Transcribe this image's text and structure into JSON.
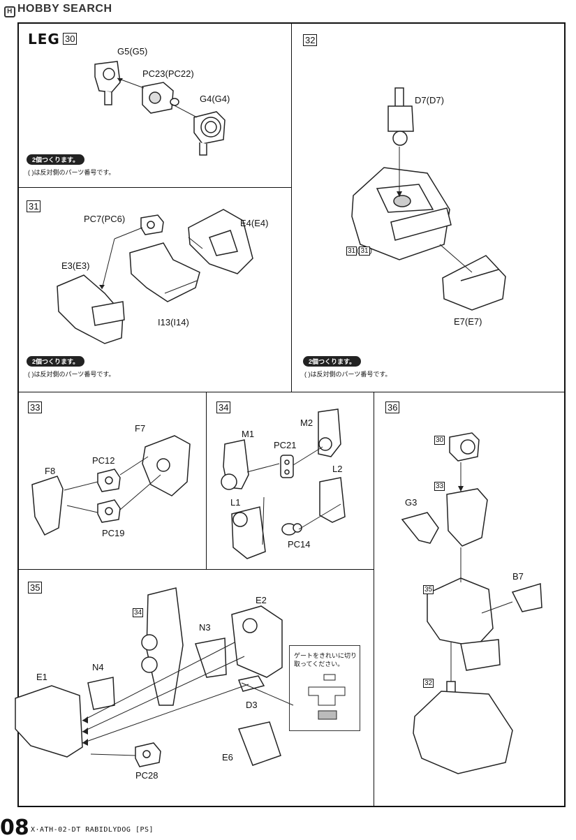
{
  "header": {
    "logo_text": "HOBBY SEARCH",
    "logo_mark": "H"
  },
  "steps": {
    "s30": {
      "number": "30",
      "title": "LEG",
      "parts": [
        "G5(G5)",
        "PC23(PC22)",
        "G4(G4)"
      ],
      "badge": "2個つくります。",
      "note": "( )は反対側のパーツ番号です。"
    },
    "s31": {
      "number": "31",
      "parts": [
        "PC7(PC6)",
        "E4(E4)",
        "E3(E3)",
        "I13(I14)"
      ],
      "badge": "2個つくります。",
      "note": "( )は反対側のパーツ番号です。"
    },
    "s32": {
      "number": "32",
      "parts": [
        "D7(D7)",
        "E7(E7)"
      ],
      "ref": "31",
      "ref_paren": "31",
      "badge": "2個つくります。",
      "note": "( )は反対側のパーツ番号です。"
    },
    "s33": {
      "number": "33",
      "parts": [
        "F7",
        "PC12",
        "F8",
        "PC19"
      ]
    },
    "s34": {
      "number": "34",
      "parts": [
        "M1",
        "M2",
        "PC21",
        "L2",
        "L1",
        "PC14"
      ]
    },
    "s35": {
      "number": "35",
      "parts": [
        "E2",
        "N3",
        "N4",
        "E1",
        "D3",
        "E6",
        "PC28"
      ],
      "ref": "34",
      "gate_note": "ゲートをきれいに切り取ってください。"
    },
    "s36": {
      "number": "36",
      "parts": [
        "G3",
        "B7"
      ],
      "refs": [
        "30",
        "33",
        "35",
        "32"
      ]
    }
  },
  "footer": {
    "page_number": "08",
    "product": "X·ATH-02-DT RABIDLYDOG [PS]"
  }
}
